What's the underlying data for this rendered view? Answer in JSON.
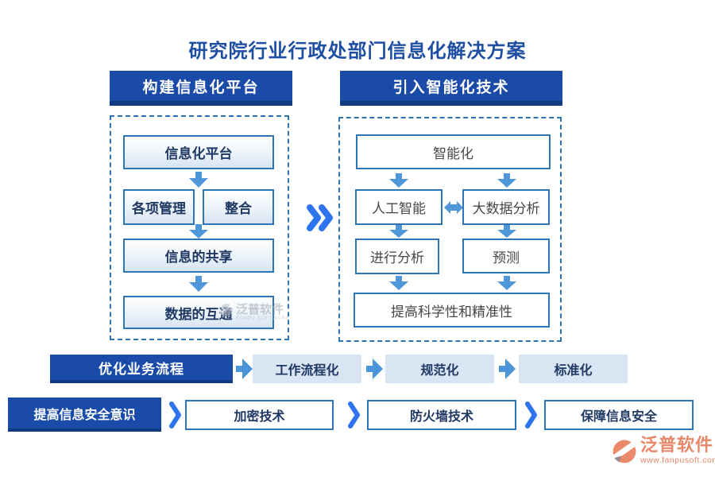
{
  "title": "研究院行业行政处部门信息化解决方案",
  "left_panel": {
    "header": "构建信息化平台",
    "nodes": {
      "platform": "信息化平台",
      "management": "各项管理",
      "integration": "整合",
      "sharing": "信息的共享",
      "interconnection": "数据的互通"
    }
  },
  "right_panel": {
    "header": "引入智能化技术",
    "nodes": {
      "intelligence": "智能化",
      "ai": "人工智能",
      "bigdata": "大数据分析",
      "analysis": "进行分析",
      "prediction": "预测",
      "outcome": "提高科学性和精准性"
    }
  },
  "process_row": {
    "lead": "优化业务流程",
    "steps": [
      "工作流程化",
      "规范化",
      "标准化"
    ]
  },
  "security_row": {
    "lead": "提高信息安全意识",
    "steps": [
      "加密技术",
      "防火墙技术",
      "保障信息安全"
    ]
  },
  "watermark": {
    "name": "泛普软件",
    "subtitle": "FANPU SOFTWARE"
  },
  "logo": {
    "name": "泛普软件",
    "url": "www.fanpusoft.com"
  },
  "icons": {
    "down_arrow": "▼",
    "right_arrow": "▶",
    "double_arrow": "↔",
    "chevron": "❯",
    "fast_forward": "»"
  },
  "colors": {
    "header_bg": "#1a4ba8",
    "header_shadow": "#123a80",
    "box_border": "#2e75b6",
    "dark_text": "#1f3864",
    "arrow_blue": "#4f97d9",
    "chevron_blue": "#2e74ee",
    "light_box_bg": "#d9e5f3",
    "logo_color": "#e8876a",
    "title_color": "#1f4fa3"
  }
}
